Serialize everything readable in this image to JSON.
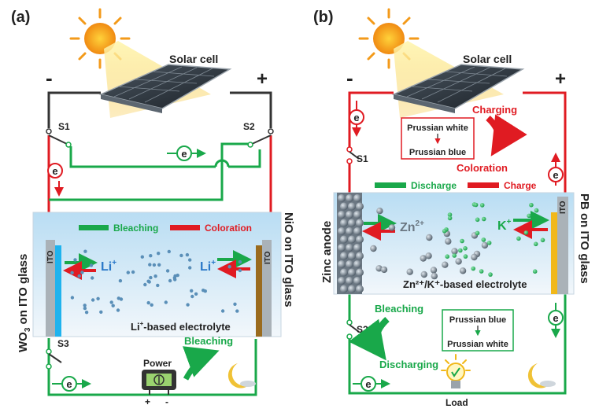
{
  "panel_a": {
    "label": "(a)",
    "solar_cell": "Solar cell",
    "minus": "-",
    "plus": "+",
    "s1": "S1",
    "s2": "S2",
    "s3": "S3",
    "electron": "e",
    "legend_bleaching": "Bleaching",
    "legend_coloration": "Coloration",
    "ito": "ITO",
    "li_ion": "Li",
    "li_sup": "+",
    "electrolyte_pre": "Li",
    "electrolyte_sup": "+",
    "electrolyte_post": "-based electrolyte",
    "left_label_pre": "WO",
    "left_label_sub": "3",
    "left_label_post": " on ITO glass",
    "right_label": "NiO on ITO glass",
    "power": "Power",
    "power_plus": "+",
    "power_minus": "-",
    "bleaching": "Bleaching",
    "colors": {
      "green": "#19a84a",
      "red": "#e01b22",
      "dark": "#333333"
    }
  },
  "panel_b": {
    "label": "(b)",
    "solar_cell": "Solar cell",
    "minus": "-",
    "plus": "+",
    "s1": "S1",
    "s2": "S2",
    "electron": "e",
    "box1_line1": "Prussian white",
    "box1_line2": "Prussian blue",
    "charging": "Charging",
    "coloration": "Coloration",
    "legend_discharge": "Discharge",
    "legend_charge": "Charge",
    "zinc_anode": "Zinc anode",
    "zn_ion": "Zn",
    "zn_sup": "2+",
    "k_ion": "K",
    "k_sup": "+",
    "ito": "ITO",
    "electrolyte": "Zn²⁺/K⁺-based electrolyte",
    "right_label": "PB on ITO glass",
    "bleaching": "Bleaching",
    "discharging": "Discharging",
    "box2_line1": "Prussian blue",
    "box2_line2": "Prussian white",
    "load": "Load",
    "colors": {
      "green": "#19a84a",
      "red": "#e01b22"
    }
  }
}
